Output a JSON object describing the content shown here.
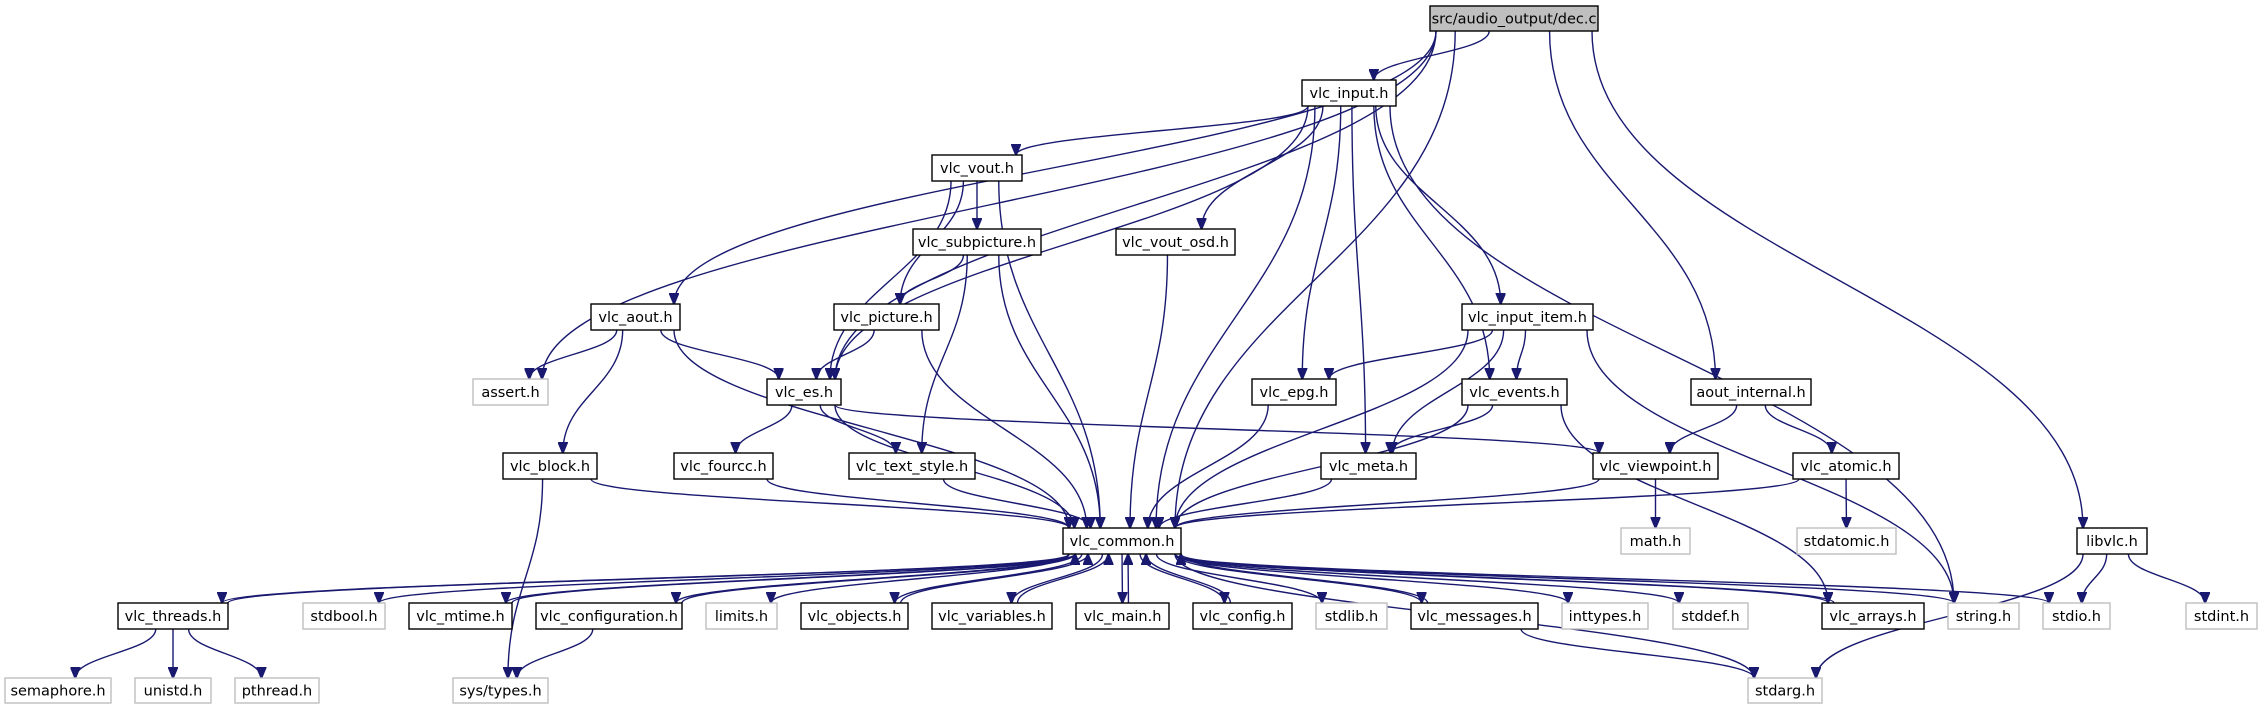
{
  "title": "src/audio_output/dec.c",
  "colors": {
    "edge": "#191970",
    "root_fill": "#bfbfbf",
    "node_border": "#000000",
    "external_border": "#bfbfbf"
  },
  "nodes": [
    {
      "id": "root",
      "label": "src/audio_output/dec.c",
      "kind": "root"
    },
    {
      "id": "vlc_input",
      "label": "vlc_input.h",
      "kind": "internal"
    },
    {
      "id": "vlc_vout",
      "label": "vlc_vout.h",
      "kind": "internal"
    },
    {
      "id": "vlc_subpicture",
      "label": "vlc_subpicture.h",
      "kind": "internal"
    },
    {
      "id": "vlc_vout_osd",
      "label": "vlc_vout_osd.h",
      "kind": "internal"
    },
    {
      "id": "vlc_aout",
      "label": "vlc_aout.h",
      "kind": "internal"
    },
    {
      "id": "vlc_picture",
      "label": "vlc_picture.h",
      "kind": "internal"
    },
    {
      "id": "vlc_input_item",
      "label": "vlc_input_item.h",
      "kind": "internal"
    },
    {
      "id": "assert",
      "label": "assert.h",
      "kind": "external"
    },
    {
      "id": "vlc_es",
      "label": "vlc_es.h",
      "kind": "internal"
    },
    {
      "id": "vlc_epg",
      "label": "vlc_epg.h",
      "kind": "internal"
    },
    {
      "id": "vlc_events",
      "label": "vlc_events.h",
      "kind": "internal"
    },
    {
      "id": "aout_internal",
      "label": "aout_internal.h",
      "kind": "internal"
    },
    {
      "id": "vlc_block",
      "label": "vlc_block.h",
      "kind": "internal"
    },
    {
      "id": "vlc_fourcc",
      "label": "vlc_fourcc.h",
      "kind": "internal"
    },
    {
      "id": "vlc_text_style",
      "label": "vlc_text_style.h",
      "kind": "internal"
    },
    {
      "id": "vlc_meta",
      "label": "vlc_meta.h",
      "kind": "internal"
    },
    {
      "id": "vlc_viewpoint",
      "label": "vlc_viewpoint.h",
      "kind": "internal"
    },
    {
      "id": "vlc_atomic",
      "label": "vlc_atomic.h",
      "kind": "internal"
    },
    {
      "id": "vlc_common",
      "label": "vlc_common.h",
      "kind": "internal"
    },
    {
      "id": "math",
      "label": "math.h",
      "kind": "external"
    },
    {
      "id": "stdatomic",
      "label": "stdatomic.h",
      "kind": "external"
    },
    {
      "id": "libvlc",
      "label": "libvlc.h",
      "kind": "internal"
    },
    {
      "id": "vlc_threads",
      "label": "vlc_threads.h",
      "kind": "internal"
    },
    {
      "id": "stdbool",
      "label": "stdbool.h",
      "kind": "external"
    },
    {
      "id": "vlc_mtime",
      "label": "vlc_mtime.h",
      "kind": "internal"
    },
    {
      "id": "vlc_configuration",
      "label": "vlc_configuration.h",
      "kind": "internal"
    },
    {
      "id": "limits",
      "label": "limits.h",
      "kind": "external"
    },
    {
      "id": "vlc_objects",
      "label": "vlc_objects.h",
      "kind": "internal"
    },
    {
      "id": "vlc_variables",
      "label": "vlc_variables.h",
      "kind": "internal"
    },
    {
      "id": "vlc_main",
      "label": "vlc_main.h",
      "kind": "internal"
    },
    {
      "id": "vlc_config",
      "label": "vlc_config.h",
      "kind": "internal"
    },
    {
      "id": "stdlib",
      "label": "stdlib.h",
      "kind": "external"
    },
    {
      "id": "vlc_messages",
      "label": "vlc_messages.h",
      "kind": "internal"
    },
    {
      "id": "inttypes",
      "label": "inttypes.h",
      "kind": "external"
    },
    {
      "id": "stddef",
      "label": "stddef.h",
      "kind": "external"
    },
    {
      "id": "vlc_arrays",
      "label": "vlc_arrays.h",
      "kind": "internal"
    },
    {
      "id": "string",
      "label": "string.h",
      "kind": "external"
    },
    {
      "id": "stdio",
      "label": "stdio.h",
      "kind": "external"
    },
    {
      "id": "stdint",
      "label": "stdint.h",
      "kind": "external"
    },
    {
      "id": "semaphore",
      "label": "semaphore.h",
      "kind": "external"
    },
    {
      "id": "unistd",
      "label": "unistd.h",
      "kind": "external"
    },
    {
      "id": "pthread",
      "label": "pthread.h",
      "kind": "external"
    },
    {
      "id": "sys_types",
      "label": "sys/types.h",
      "kind": "external"
    },
    {
      "id": "stdarg",
      "label": "stdarg.h",
      "kind": "external"
    }
  ],
  "edges": [
    [
      "root",
      "vlc_input"
    ],
    [
      "root",
      "assert"
    ],
    [
      "root",
      "vlc_aout"
    ],
    [
      "root",
      "vlc_common"
    ],
    [
      "root",
      "aout_internal"
    ],
    [
      "root",
      "libvlc"
    ],
    [
      "root",
      "vlc_es"
    ],
    [
      "vlc_input",
      "vlc_vout"
    ],
    [
      "vlc_input",
      "vlc_es"
    ],
    [
      "vlc_input",
      "vlc_vout_osd"
    ],
    [
      "vlc_input",
      "vlc_epg"
    ],
    [
      "vlc_input",
      "vlc_meta"
    ],
    [
      "vlc_input",
      "vlc_events"
    ],
    [
      "vlc_input",
      "vlc_input_item"
    ],
    [
      "vlc_input",
      "vlc_common"
    ],
    [
      "vlc_input",
      "string"
    ],
    [
      "vlc_vout",
      "vlc_subpicture"
    ],
    [
      "vlc_vout",
      "vlc_picture"
    ],
    [
      "vlc_vout",
      "vlc_es"
    ],
    [
      "vlc_vout",
      "vlc_common"
    ],
    [
      "vlc_subpicture",
      "vlc_picture"
    ],
    [
      "vlc_subpicture",
      "vlc_text_style"
    ],
    [
      "vlc_subpicture",
      "vlc_common"
    ],
    [
      "vlc_vout_osd",
      "vlc_common"
    ],
    [
      "vlc_picture",
      "vlc_es"
    ],
    [
      "vlc_picture",
      "vlc_common"
    ],
    [
      "vlc_aout",
      "assert"
    ],
    [
      "vlc_aout",
      "vlc_es"
    ],
    [
      "vlc_aout",
      "vlc_block"
    ],
    [
      "vlc_aout",
      "vlc_common"
    ],
    [
      "vlc_es",
      "vlc_fourcc"
    ],
    [
      "vlc_es",
      "vlc_text_style"
    ],
    [
      "vlc_es",
      "vlc_viewpoint"
    ],
    [
      "vlc_es",
      "vlc_common"
    ],
    [
      "vlc_input_item",
      "vlc_epg"
    ],
    [
      "vlc_input_item",
      "vlc_events"
    ],
    [
      "vlc_input_item",
      "vlc_meta"
    ],
    [
      "vlc_input_item",
      "vlc_common"
    ],
    [
      "vlc_input_item",
      "string"
    ],
    [
      "vlc_events",
      "vlc_meta"
    ],
    [
      "vlc_events",
      "vlc_common"
    ],
    [
      "vlc_events",
      "vlc_arrays"
    ],
    [
      "vlc_epg",
      "vlc_common"
    ],
    [
      "vlc_meta",
      "vlc_common"
    ],
    [
      "aout_internal",
      "vlc_viewpoint"
    ],
    [
      "aout_internal",
      "vlc_atomic"
    ],
    [
      "vlc_viewpoint",
      "math"
    ],
    [
      "vlc_viewpoint",
      "vlc_common"
    ],
    [
      "vlc_atomic",
      "stdatomic"
    ],
    [
      "vlc_atomic",
      "vlc_common"
    ],
    [
      "vlc_block",
      "vlc_common"
    ],
    [
      "vlc_block",
      "sys_types"
    ],
    [
      "vlc_fourcc",
      "vlc_common"
    ],
    [
      "vlc_text_style",
      "vlc_common"
    ],
    [
      "libvlc",
      "stdio"
    ],
    [
      "libvlc",
      "stdint"
    ],
    [
      "libvlc",
      "stdarg"
    ],
    [
      "vlc_common",
      "vlc_threads"
    ],
    [
      "vlc_common",
      "stdbool"
    ],
    [
      "vlc_common",
      "vlc_mtime"
    ],
    [
      "vlc_common",
      "vlc_configuration"
    ],
    [
      "vlc_common",
      "limits"
    ],
    [
      "vlc_common",
      "vlc_objects"
    ],
    [
      "vlc_common",
      "vlc_variables"
    ],
    [
      "vlc_common",
      "vlc_main"
    ],
    [
      "vlc_common",
      "vlc_config"
    ],
    [
      "vlc_common",
      "stdlib"
    ],
    [
      "vlc_common",
      "vlc_messages"
    ],
    [
      "vlc_common",
      "inttypes"
    ],
    [
      "vlc_common",
      "stddef"
    ],
    [
      "vlc_common",
      "vlc_arrays"
    ],
    [
      "vlc_common",
      "string"
    ],
    [
      "vlc_common",
      "stdio"
    ],
    [
      "vlc_common",
      "stdarg"
    ],
    [
      "vlc_threads",
      "vlc_common"
    ],
    [
      "vlc_threads",
      "semaphore"
    ],
    [
      "vlc_threads",
      "unistd"
    ],
    [
      "vlc_threads",
      "pthread"
    ],
    [
      "vlc_mtime",
      "vlc_common"
    ],
    [
      "vlc_configuration",
      "vlc_common"
    ],
    [
      "vlc_configuration",
      "sys_types"
    ],
    [
      "vlc_objects",
      "vlc_common"
    ],
    [
      "vlc_variables",
      "vlc_common"
    ],
    [
      "vlc_main",
      "vlc_common"
    ],
    [
      "vlc_config",
      "vlc_common"
    ],
    [
      "vlc_messages",
      "vlc_common"
    ],
    [
      "vlc_messages",
      "stdarg"
    ],
    [
      "vlc_arrays",
      "vlc_common"
    ]
  ]
}
